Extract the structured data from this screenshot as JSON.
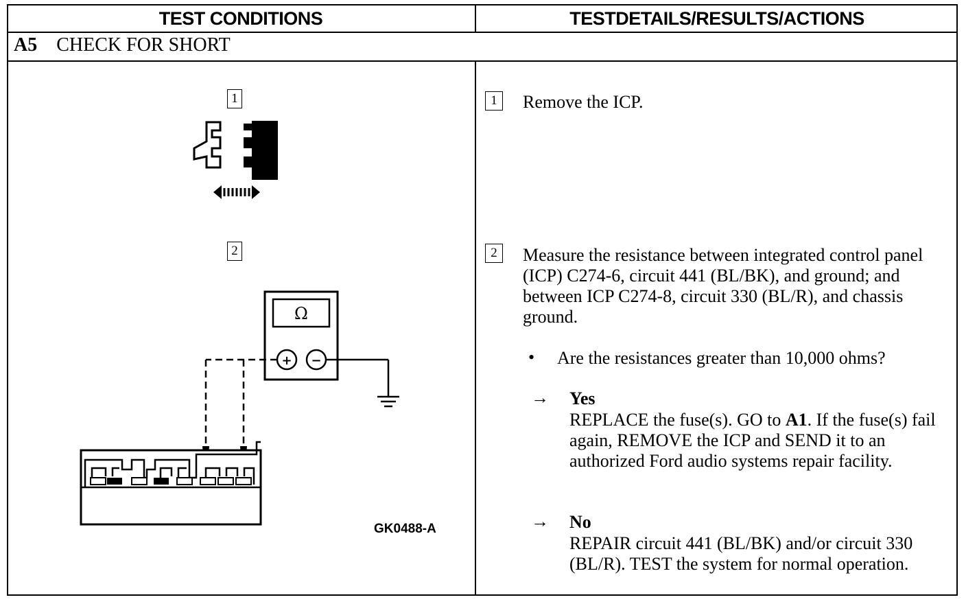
{
  "header": {
    "left_title": "TEST CONDITIONS",
    "right_title": "TESTDETAILS/RESULTS/ACTIONS"
  },
  "section": {
    "code": "A5",
    "title": "CHECK FOR SHORT"
  },
  "steps": [
    {
      "number": "1",
      "text": "Remove the ICP."
    },
    {
      "number": "2",
      "text": "Measure the resistance between integrated control panel (ICP) C274-6, circuit 441 (BL/BK), and ground; and between ICP C274-8, circuit 330 (BL/R), and chassis ground."
    }
  ],
  "question": {
    "bullet": "•",
    "text": "Are the resistances greater than 10,000 ohms?"
  },
  "results": {
    "arrow": "→",
    "yes": {
      "label": "Yes",
      "text_before": "REPLACE the fuse(s). GO to ",
      "link": "A1",
      "text_after": ". If the fuse(s) fail again, REMOVE the ICP and SEND it to an authorized Ford audio systems repair facility."
    },
    "no": {
      "label": "No",
      "text": "REPAIR circuit 441 (BL/BK) and/or circuit 330 (BL/R). TEST the system for normal operation."
    }
  },
  "figure": {
    "id": "GK0488-A",
    "meter_symbol": "Ω",
    "plus": "+",
    "minus": "−"
  }
}
